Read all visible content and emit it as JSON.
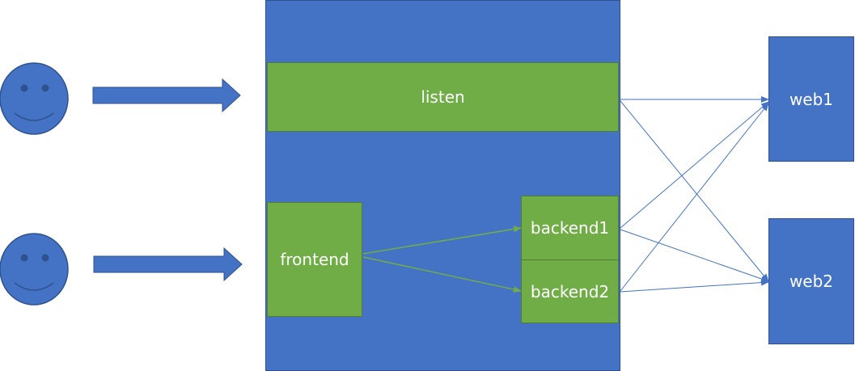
{
  "nodes": {
    "listen": "listen",
    "frontend": "frontend",
    "backend1": "backend1",
    "backend2": "backend2",
    "web1": "web1",
    "web2": "web2"
  },
  "icons": {
    "client_top": "smiley-face-icon",
    "client_bottom": "smiley-face-icon",
    "arrow_top": "right-arrow-icon",
    "arrow_bottom": "right-arrow-icon"
  },
  "colors": {
    "blue_fill": "#4472c4",
    "blue_stroke": "#2f528f",
    "green_fill": "#70ad47",
    "green_stroke": "#507e32",
    "blue_connector": "#4472c4",
    "green_connector": "#70ad47"
  }
}
